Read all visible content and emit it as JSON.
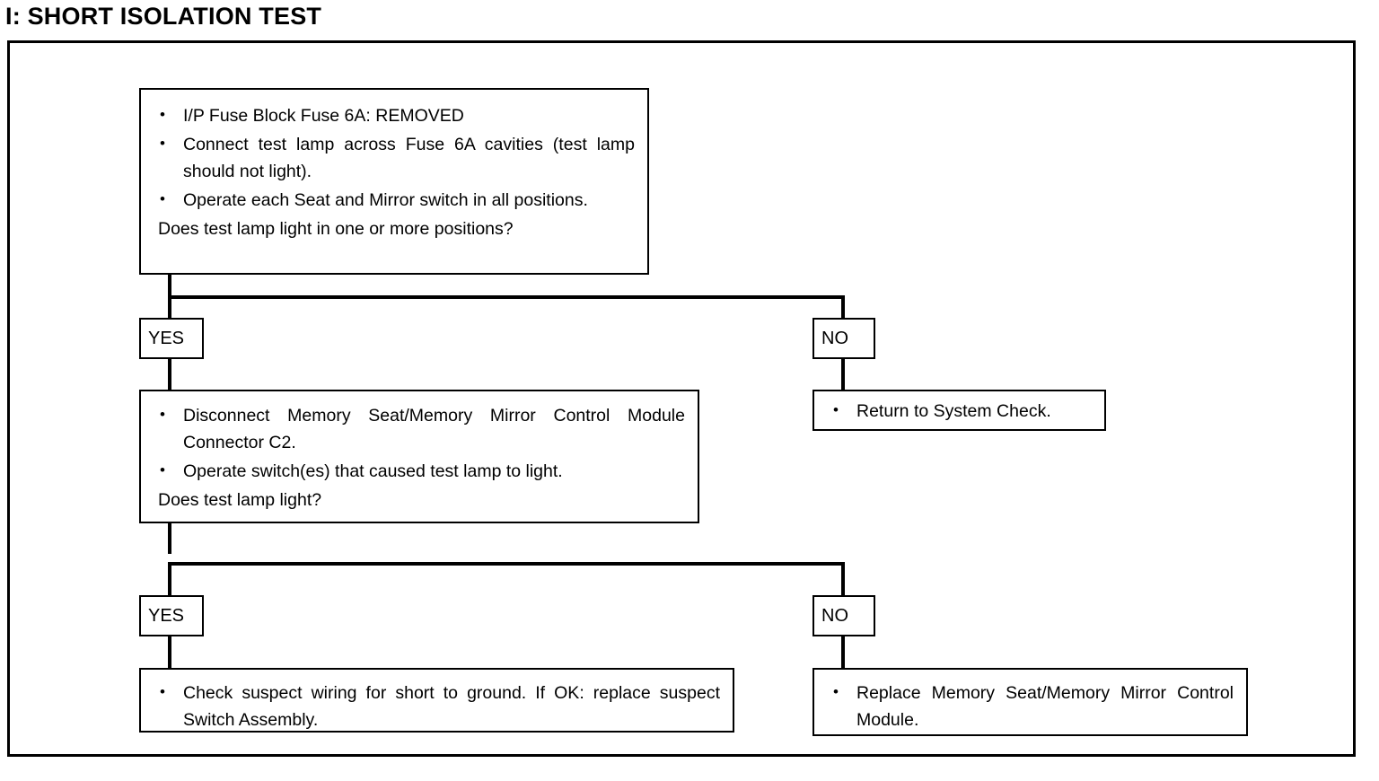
{
  "title": "I:  SHORT ISOLATION TEST",
  "colors": {
    "ink": "#000000",
    "paper": "#ffffff"
  },
  "flowchart": {
    "nodes": {
      "test_setup": {
        "bullets": [
          "I/P Fuse Block Fuse 6A:  REMOVED",
          "Connect test lamp across Fuse 6A cavities (test lamp should not light).",
          "Operate each Seat and Mirror switch in all positions."
        ],
        "question": "Does test lamp light in one or more positions?"
      },
      "branch1_yes": {
        "label": "YES"
      },
      "branch1_no": {
        "label": "NO"
      },
      "disconnect_module": {
        "bullets": [
          "Disconnect Memory Seat/Memory Mirror Control Module Connector C2.",
          "Operate switch(es) that caused test lamp to light."
        ],
        "question": "Does test lamp light?"
      },
      "return_system_check": {
        "bullets": [
          "Return to System Check."
        ]
      },
      "branch2_yes": {
        "label": "YES"
      },
      "branch2_no": {
        "label": "NO"
      },
      "check_wiring": {
        "bullets": [
          "Check suspect wiring for short to ground. If OK: replace suspect Switch Assembly."
        ]
      },
      "replace_module": {
        "bullets": [
          "Replace Memory Seat/Memory Mirror Control Module."
        ]
      }
    }
  }
}
